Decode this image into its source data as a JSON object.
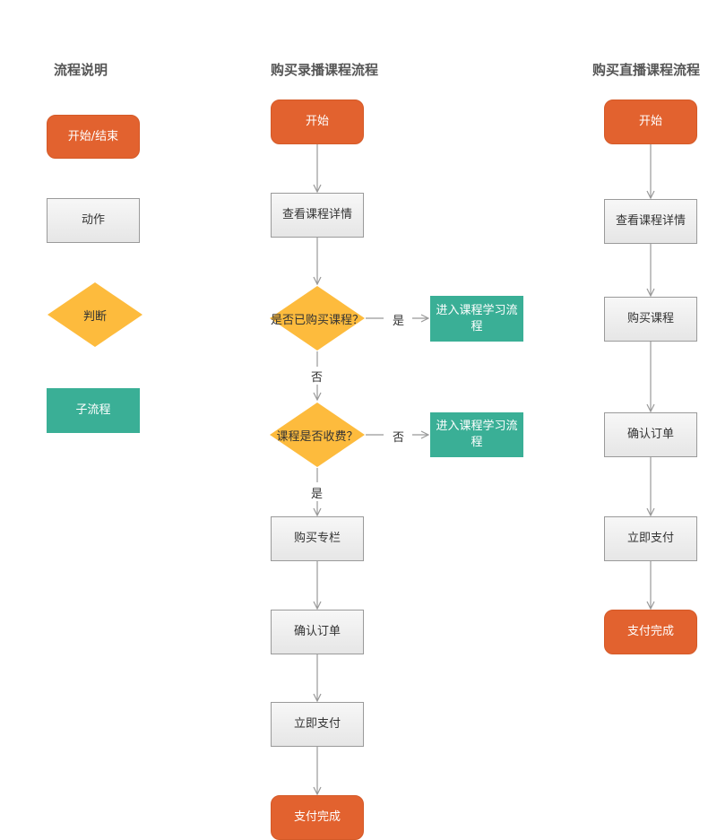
{
  "legend": {
    "title": "流程说明",
    "start_end": "开始/结束",
    "action": "动作",
    "decision": "判断",
    "subprocess": "子流程"
  },
  "recorded": {
    "title": "购买录播课程流程",
    "start": "开始",
    "view_details": "查看课程详情",
    "decision_purchased": "是否已购买课程？",
    "yes1": "是",
    "enter_learning_1": "进入课程学习流程",
    "no1": "否",
    "decision_charged": "课程是否收费？",
    "no2": "否",
    "enter_learning_2": "进入课程学习流程",
    "yes2": "是",
    "buy_column": "购买专栏",
    "confirm_order": "确认订单",
    "pay_now": "立即支付",
    "pay_done": "支付完成"
  },
  "live": {
    "title": "购买直播课程流程",
    "start": "开始",
    "view_details": "查看课程详情",
    "buy_course": "购买课程",
    "confirm_order": "确认订单",
    "pay_now": "立即支付",
    "pay_done": "支付完成"
  },
  "colors": {
    "terminal": "#E2622F",
    "decision": "#FDBB3D",
    "subprocess": "#3AAF96",
    "action_border": "#9a9a9a",
    "connector": "#999999"
  }
}
